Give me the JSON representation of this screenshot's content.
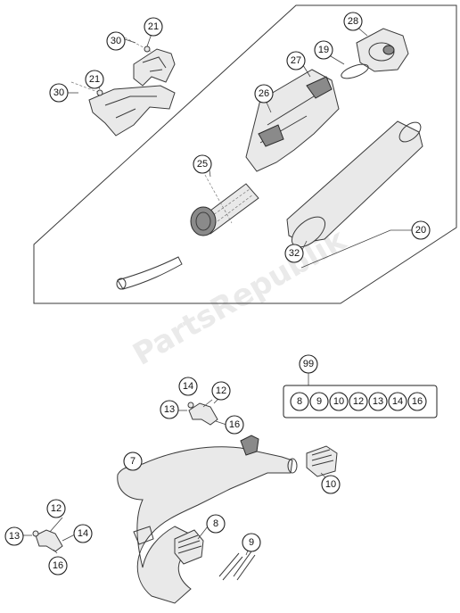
{
  "watermark": "PartsRepublik",
  "kit_number": "99",
  "kit_members": [
    "8",
    "9",
    "10",
    "12",
    "13",
    "14",
    "16"
  ],
  "callouts": {
    "c21a": "21",
    "c30a": "30",
    "c21b": "21",
    "c30b": "30",
    "c28": "28",
    "c19": "19",
    "c27": "27",
    "c26": "26",
    "c25": "25",
    "c20": "20",
    "c32": "32",
    "c14a": "14",
    "c12a": "12",
    "c13a": "13",
    "c16a": "16",
    "c7": "7",
    "c10": "10",
    "c8": "8",
    "c9": "9",
    "c12b": "12",
    "c13b": "13",
    "c14b": "14",
    "c16b": "16"
  },
  "palette": {
    "line": "#3a3a3a",
    "fill": "#e9e9e9",
    "watermark": "#d8d8d8"
  }
}
